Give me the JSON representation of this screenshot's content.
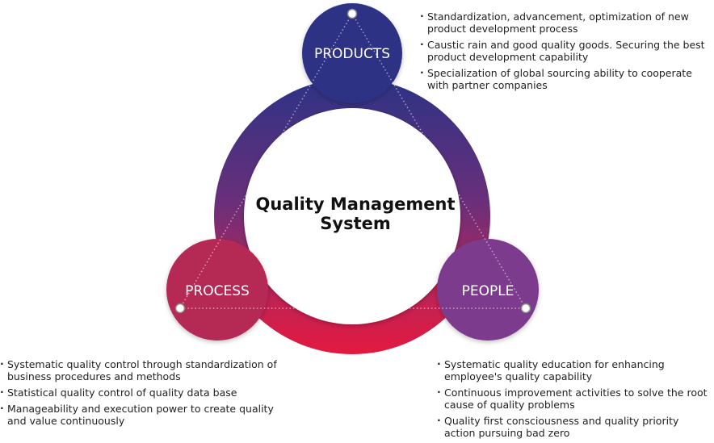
{
  "center": {
    "line1": "Quality Management",
    "line2": "System"
  },
  "nodes": {
    "products": {
      "label": "PRODUCTS",
      "color": "#2e3284",
      "items": [
        "Standardization, advancement, optimization of new product development process",
        "Caustic rain and good quality goods. Securing the best product development capability",
        "Specialization of global sourcing ability to cooperate with partner companies"
      ]
    },
    "process": {
      "label": "PROCESS",
      "color": "#b52a55",
      "items": [
        "Systematic quality control through standardization of business procedures and methods",
        "Statistical quality control of quality data base",
        "Manageability and execution power to create quality and value continuously"
      ]
    },
    "people": {
      "label": "PEOPLE",
      "color": "#7b3b8c",
      "items": [
        "Systematic quality education for enhancing employee's quality capability",
        "Continuous improvement activities to solve the root cause of quality problems",
        "Quality first consciousness and quality priority action pursuing bad zero"
      ]
    }
  },
  "colors": {
    "ring_top": "#2d3385",
    "ring_mid": "#8a2f6e",
    "ring_bottom": "#e3193f"
  }
}
